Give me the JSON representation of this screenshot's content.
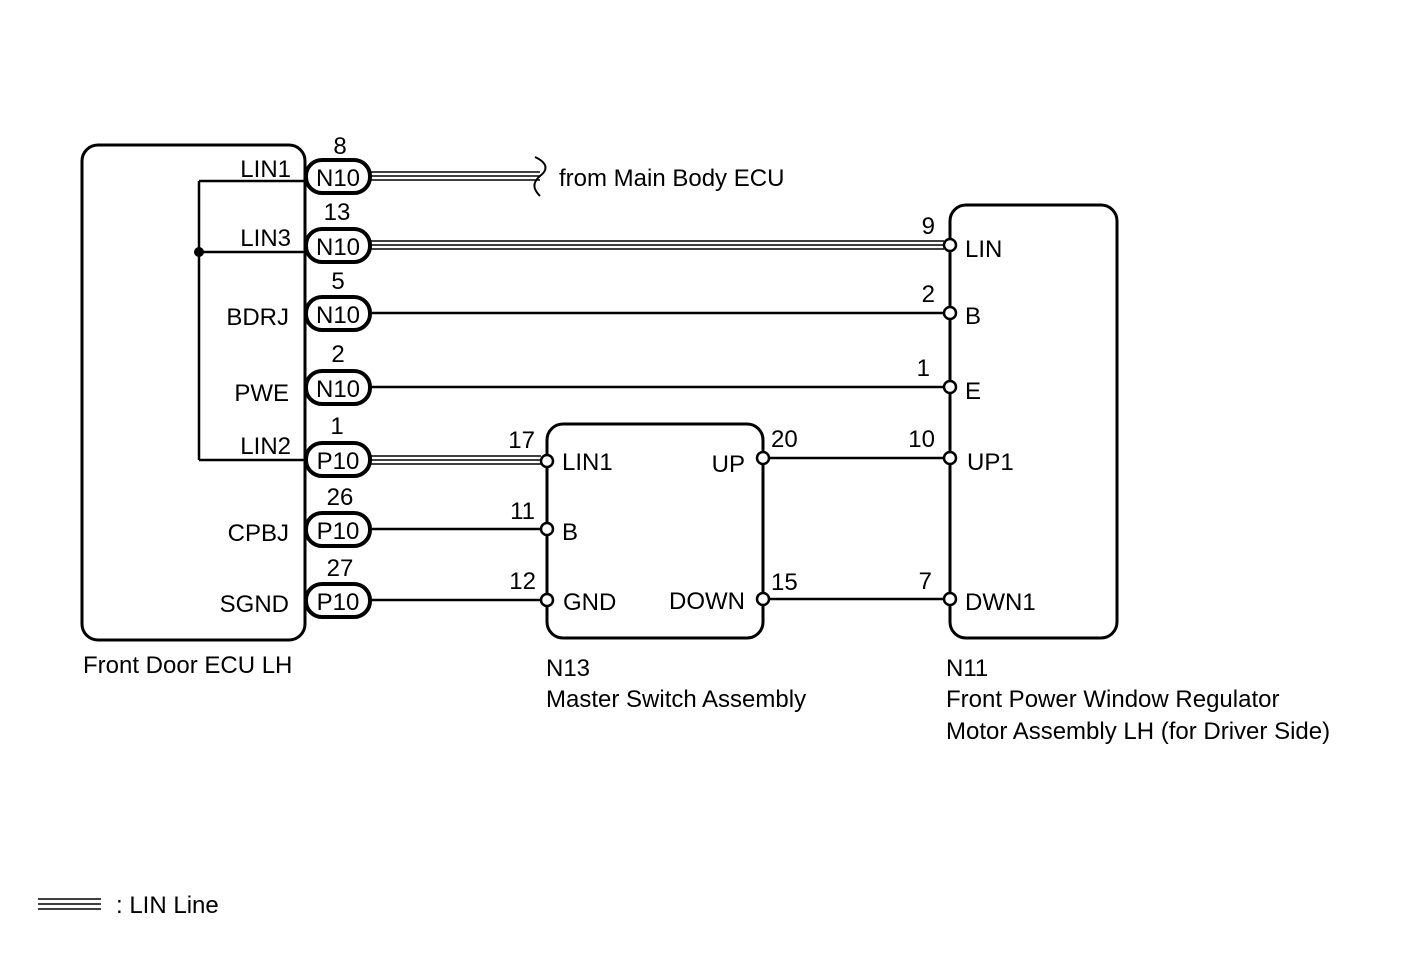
{
  "components": {
    "ecu": {
      "name": "Front Door ECU LH"
    },
    "switch": {
      "code": "N13",
      "name": "Master Switch Assembly"
    },
    "motor": {
      "code": "N11",
      "name_line1": "Front Power Window Regulator",
      "name_line2": "Motor Assembly LH (for Driver Side)"
    }
  },
  "ecu_terminals": [
    {
      "signal": "LIN1",
      "connector": "N10",
      "pin": "8"
    },
    {
      "signal": "LIN3",
      "connector": "N10",
      "pin": "13"
    },
    {
      "signal": "BDRJ",
      "connector": "N10",
      "pin": "5"
    },
    {
      "signal": "PWE",
      "connector": "N10",
      "pin": "2"
    },
    {
      "signal": "LIN2",
      "connector": "P10",
      "pin": "1"
    },
    {
      "signal": "CPBJ",
      "connector": "P10",
      "pin": "26"
    },
    {
      "signal": "SGND",
      "connector": "P10",
      "pin": "27"
    }
  ],
  "external_label": "from Main Body ECU",
  "switch_pins": {
    "lin1": {
      "pin": "17",
      "label": "LIN1"
    },
    "b": {
      "pin": "11",
      "label": "B"
    },
    "gnd": {
      "pin": "12",
      "label": "GND"
    },
    "up": {
      "pin": "20",
      "label": "UP"
    },
    "down": {
      "pin": "15",
      "label": "DOWN"
    }
  },
  "motor_pins": {
    "lin": {
      "pin": "9",
      "label": "LIN"
    },
    "b": {
      "pin": "2",
      "label": "B"
    },
    "e": {
      "pin": "1",
      "label": "E"
    },
    "up1": {
      "pin": "10",
      "label": "UP1"
    },
    "dwn1": {
      "pin": "7",
      "label": "DWN1"
    }
  },
  "legend": {
    "text": ": LIN Line"
  }
}
